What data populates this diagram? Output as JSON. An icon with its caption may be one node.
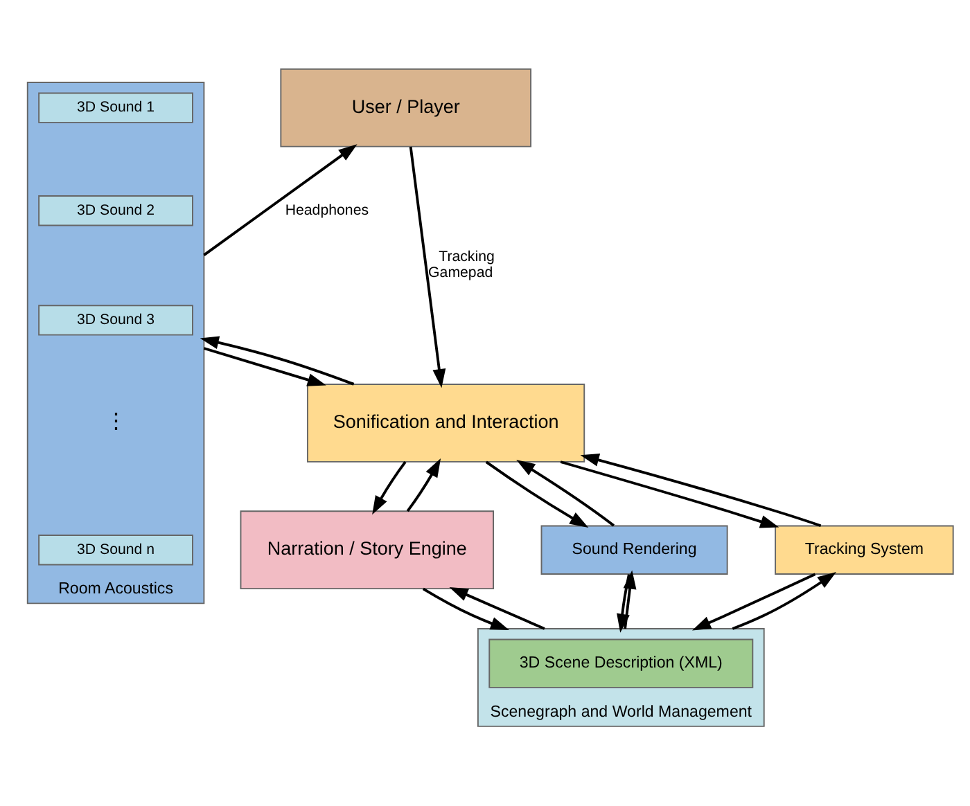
{
  "diagram": {
    "nodes": [
      {
        "text": [
          "Room Acoustics"
        ]
      },
      {
        "text": [
          "3D Sound 1"
        ],
        "in": 0
      },
      {
        "text": [
          "3D Sound 2"
        ],
        "in": 0
      },
      {
        "text": [
          "3D Sound 3"
        ],
        "in": 0
      },
      {
        "text": [
          "3D Sound n"
        ],
        "in": 0
      },
      {
        "text": [
          "User / Player"
        ]
      },
      {
        "text": [
          "Sonification and Interaction"
        ]
      },
      {
        "text": [
          "Narration / Story Engine"
        ]
      },
      {
        "text": [
          "Sound Rendering"
        ]
      },
      {
        "text": [
          "Tracking System"
        ]
      },
      {
        "text": [
          "Scenegraph and World Management"
        ]
      },
      {
        "text": [
          "3D Scene Description (XML)"
        ],
        "in": 10
      }
    ],
    "edges": [
      {
        "from": 0,
        "to": 5,
        "arrow": "to",
        "label": "Headphones"
      },
      {
        "from": 5,
        "to": 6,
        "arrow": "to",
        "label": "Tracking Gamepad"
      },
      {
        "from": 0,
        "to": 6,
        "arrow": "to"
      },
      {
        "from": 6,
        "to": 0,
        "arrow": "to"
      },
      {
        "from": 7,
        "to": 6,
        "arrow": "to"
      },
      {
        "from": 6,
        "to": 7,
        "arrow": "to"
      },
      {
        "from": 6,
        "to": 8,
        "arrow": "to"
      },
      {
        "from": 8,
        "to": 6,
        "arrow": "to"
      },
      {
        "from": 6,
        "to": 9,
        "arrow": "to"
      },
      {
        "from": 9,
        "to": 6,
        "arrow": "to"
      },
      {
        "from": 8,
        "to": 10,
        "arrow": "to"
      },
      {
        "from": 10,
        "to": 8,
        "arrow": "to"
      },
      {
        "from": 9,
        "to": 10,
        "arrow": "to"
      },
      {
        "from": 10,
        "to": 9,
        "arrow": "to"
      },
      {
        "from": 7,
        "to": 10,
        "arrow": "to"
      },
      {
        "from": 10,
        "to": 7,
        "arrow": "to"
      }
    ],
    "labels": [
      "⋮"
    ]
  }
}
